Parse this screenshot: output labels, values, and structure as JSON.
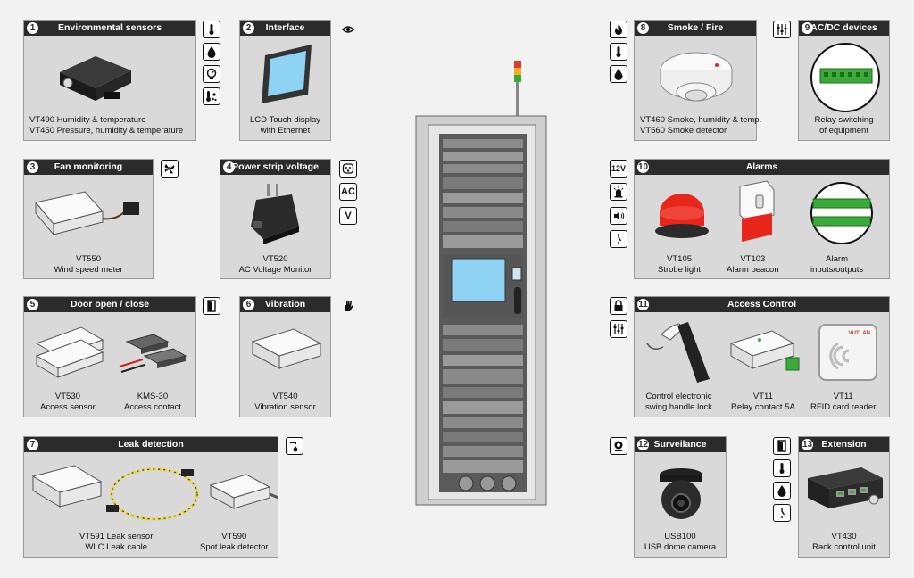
{
  "panels": {
    "p1": {
      "num": "1",
      "title": "Environmental sensors",
      "lines": [
        "VT490 Humidity & temperature",
        "VT450 Pressure, humidity & temperature"
      ]
    },
    "p2": {
      "num": "2",
      "title": "Interface",
      "lines": [
        "LCD Touch display",
        "with Ethernet"
      ]
    },
    "p3": {
      "num": "3",
      "title": "Fan monitoring",
      "lines": [
        "VT550",
        "Wind speed meter"
      ]
    },
    "p4": {
      "num": "4",
      "title": "Power strip voltage",
      "lines": [
        "VT520",
        "AC Voltage Monitor"
      ]
    },
    "p5": {
      "num": "5",
      "title": "Door open / close",
      "items": [
        {
          "lines": [
            "VT530",
            "Access sensor"
          ]
        },
        {
          "lines": [
            "KMS-30",
            "Access contact"
          ]
        }
      ]
    },
    "p6": {
      "num": "6",
      "title": "Vibration",
      "lines": [
        "VT540",
        "Vibration sensor"
      ]
    },
    "p7": {
      "num": "7",
      "title": "Leak detection",
      "items": [
        {
          "lines": [
            "VT591 Leak sensor",
            "WLC Leak cable"
          ]
        },
        {
          "lines": [
            "VT590",
            "Spot leak detector"
          ]
        }
      ]
    },
    "p8": {
      "num": "8",
      "title": "Smoke / Fire",
      "lines": [
        "VT460 Smoke, humidity & temp.",
        "VT560 Smoke detector"
      ]
    },
    "p9": {
      "num": "9",
      "title": "AC/DC devices",
      "lines": [
        "Relay switching",
        "of equipment"
      ]
    },
    "p10": {
      "num": "10",
      "title": "Alarms",
      "items": [
        {
          "lines": [
            "VT105",
            "Strobe light"
          ]
        },
        {
          "lines": [
            "VT103",
            "Alarm beacon"
          ]
        },
        {
          "lines": [
            "Alarm",
            "inputs/outputs"
          ]
        }
      ]
    },
    "p11": {
      "num": "11",
      "title": "Access Control",
      "items": [
        {
          "lines": [
            "Control electronic",
            "swing handle lock"
          ]
        },
        {
          "lines": [
            "VT11",
            "Relay contact 5A"
          ]
        },
        {
          "lines": [
            "VT11",
            "RFID card reader"
          ]
        }
      ]
    },
    "p12": {
      "num": "12",
      "title": "Surveilance",
      "lines": [
        "USB100",
        "USB dome camera"
      ]
    },
    "p13": {
      "num": "13",
      "title": "Extension",
      "lines": [
        "VT430",
        "Rack control unit"
      ]
    }
  },
  "icons": {
    "ac_label": "AC",
    "v_label": "V",
    "v12_label": "12V",
    "rfid_brand": "VUTLAN"
  },
  "colors": {
    "header": "#2b2b2b",
    "panel": "#d9d9d9",
    "accent_green": "#3aaa3a",
    "screen": "#8fd3f4",
    "alarm_red": "#e8261c"
  }
}
